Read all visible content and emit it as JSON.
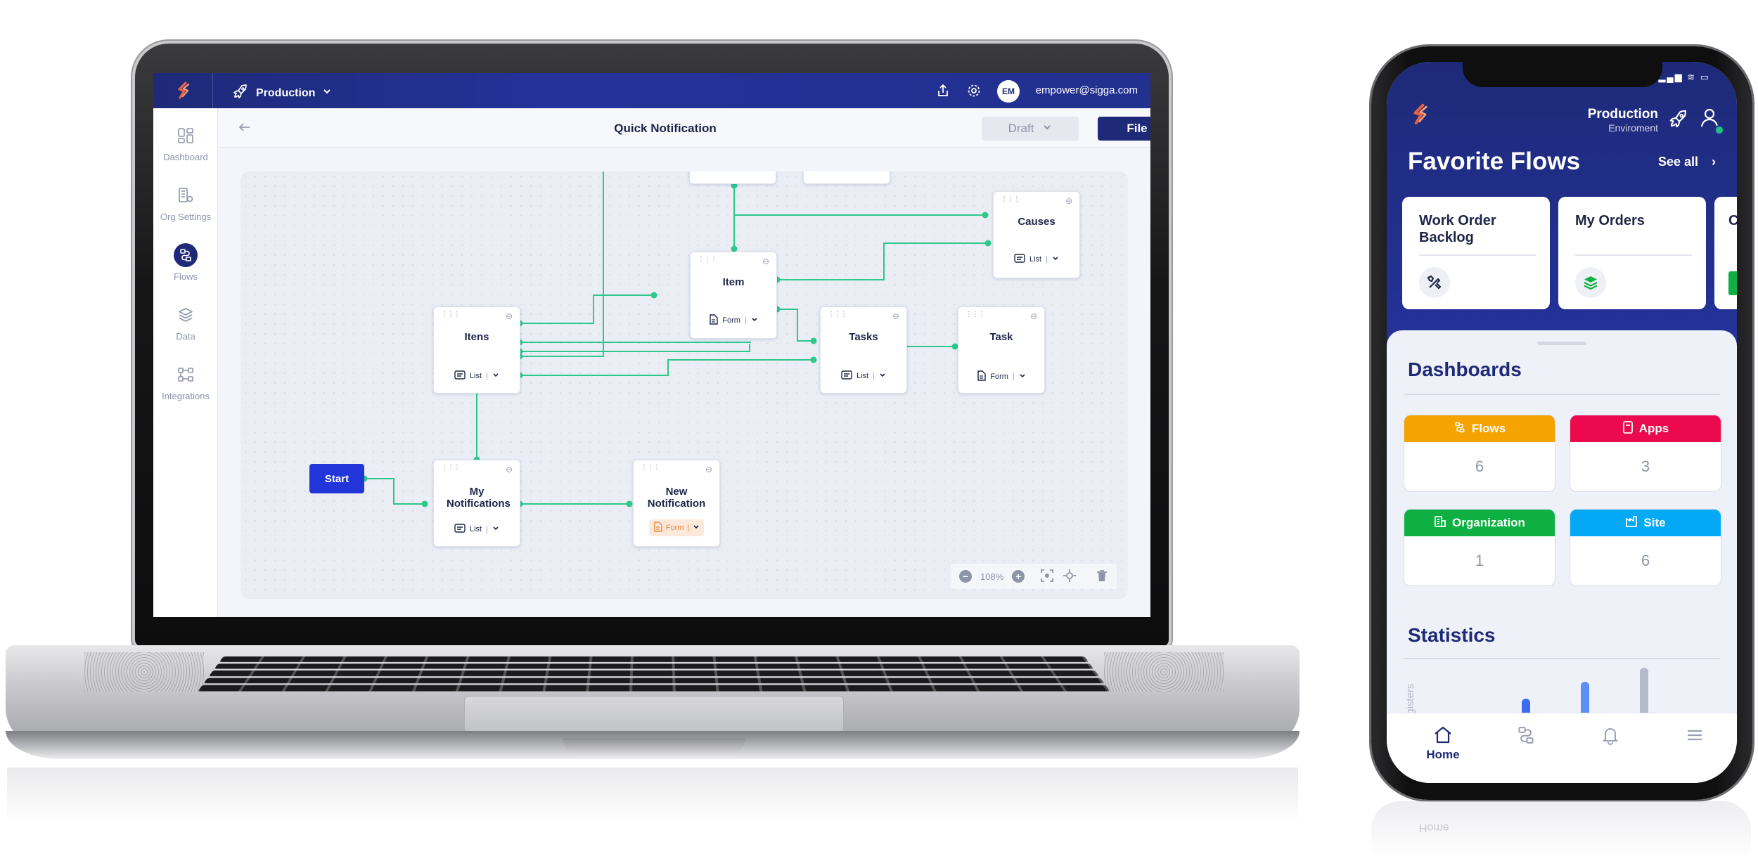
{
  "laptop": {
    "topbar": {
      "environment": "Production",
      "avatar_initials": "EM",
      "user_email": "empower@sigga.com"
    },
    "sidebar": {
      "items": [
        {
          "label": "Dashboard"
        },
        {
          "label": "Org Settings"
        },
        {
          "label": "Flows"
        },
        {
          "label": "Data"
        },
        {
          "label": "Integrations"
        }
      ]
    },
    "header": {
      "title": "Quick Notification",
      "draft_label": "Draft",
      "file_label": "File"
    },
    "canvas": {
      "start_label": "Start",
      "nodes": {
        "itens": {
          "title": "Itens",
          "type": "List"
        },
        "item": {
          "title": "Item",
          "type": "Form"
        },
        "causes": {
          "title": "Causes",
          "type": "List"
        },
        "tasks": {
          "title": "Tasks",
          "type": "List"
        },
        "task": {
          "title": "Task",
          "type": "Form"
        },
        "my_notifications": {
          "title": "My Notifications",
          "type": "List"
        },
        "new_notification": {
          "title": "New Notification",
          "type": "Form"
        }
      },
      "zoom": "108%"
    }
  },
  "phone": {
    "env_title": "Production",
    "env_subtitle": "Enviroment",
    "favorites": {
      "title": "Favorite Flows",
      "see_all": "See all",
      "cards": [
        {
          "title": "Work Order Backlog",
          "icon": "tools-icon"
        },
        {
          "title": "My Orders",
          "icon": "layers-icon"
        },
        {
          "title": "Cr"
        }
      ]
    },
    "dashboards": {
      "title": "Dashboards",
      "cards": [
        {
          "label": "Flows",
          "value": "6",
          "color": "#f5a300"
        },
        {
          "label": "Apps",
          "value": "3",
          "color": "#ea0a4d"
        },
        {
          "label": "Organization",
          "value": "1",
          "color": "#0fb043"
        },
        {
          "label": "Site",
          "value": "6",
          "color": "#03a9f4"
        }
      ]
    },
    "statistics": {
      "title": "Statistics",
      "ylabel": "Registers"
    },
    "nav": {
      "home": "Home"
    },
    "reflection_text": "Home"
  },
  "colors": {
    "brand_navy": "#1e2a78",
    "start_blue": "#2235d9",
    "connector_green": "#2ec78d",
    "logo_orange": "#f0603c"
  }
}
